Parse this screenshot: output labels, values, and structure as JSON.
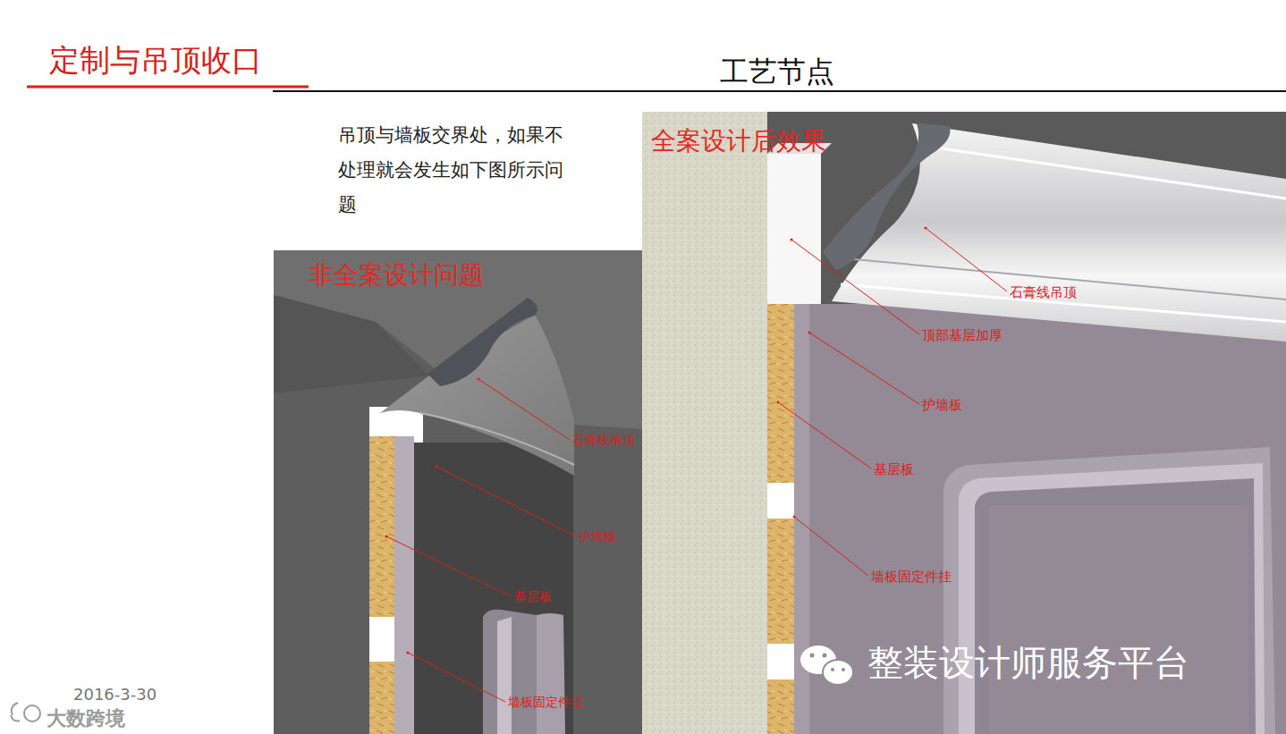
{
  "diagram": {
    "title": "定制与吊顶收口",
    "labels": [
      "工艺节点",
      "吊顶与墙板交界处，如果不处理就会发生如下图所示问题",
      "非全案设计问题",
      "石膏线吊顶",
      "护墙板",
      "基层板",
      "墙板固定件挂",
      "全案设计后效果",
      "石膏线吊顶",
      "顶部基层加厚",
      "护墙板",
      "基层板",
      "墙板固定件挂",
      "2016-3-30",
      "整装设计师服务平台",
      "大数跨境"
    ]
  }
}
